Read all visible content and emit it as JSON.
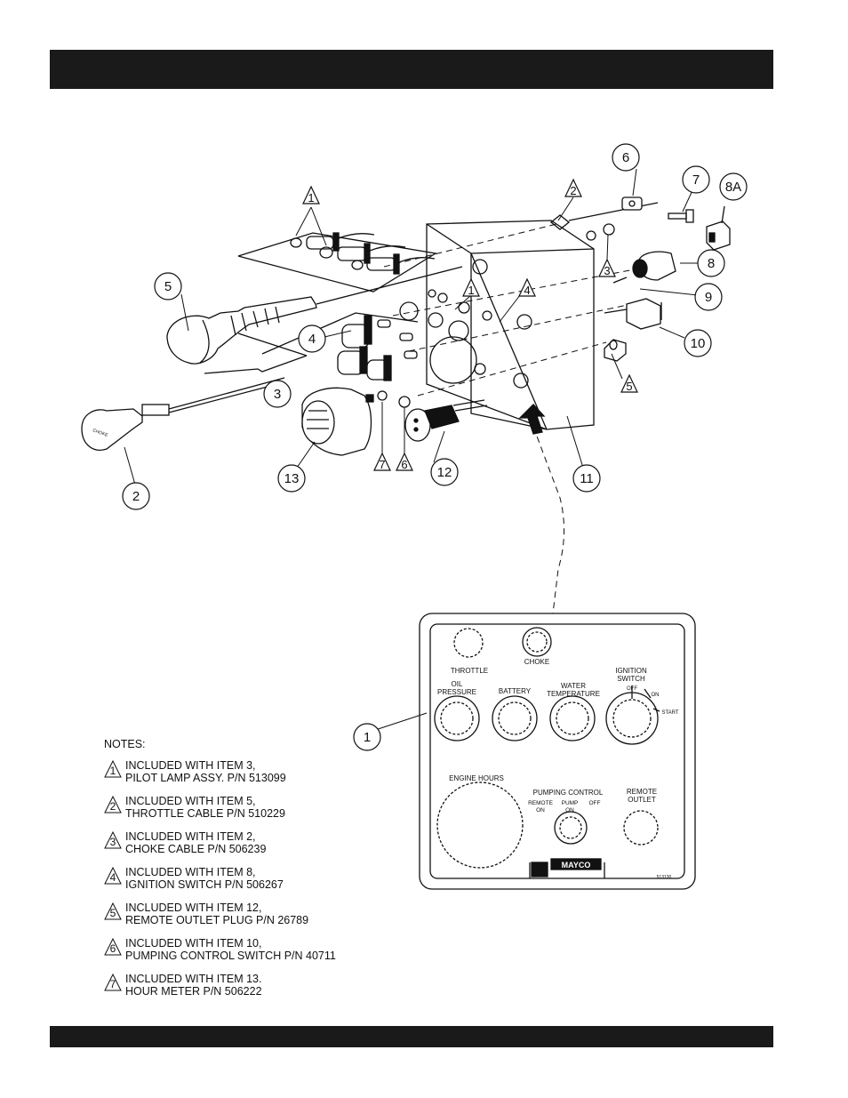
{
  "callouts": [
    {
      "id": "c1a",
      "label": "1",
      "kind": "triangle"
    },
    {
      "id": "c2a",
      "label": "2",
      "kind": "triangle"
    },
    {
      "id": "c3a",
      "label": "3",
      "kind": "triangle"
    },
    {
      "id": "c1b",
      "label": "1",
      "kind": "triangle"
    },
    {
      "id": "c4a",
      "label": "4",
      "kind": "triangle"
    },
    {
      "id": "c5a",
      "label": "5",
      "kind": "triangle"
    },
    {
      "id": "c7a",
      "label": "7",
      "kind": "triangle"
    },
    {
      "id": "c6a",
      "label": "6",
      "kind": "triangle"
    },
    {
      "id": "n1",
      "label": "1",
      "kind": "circle"
    },
    {
      "id": "n2",
      "label": "2",
      "kind": "circle"
    },
    {
      "id": "n3",
      "label": "3",
      "kind": "circle"
    },
    {
      "id": "n4",
      "label": "4",
      "kind": "circle"
    },
    {
      "id": "n5",
      "label": "5",
      "kind": "circle"
    },
    {
      "id": "n6",
      "label": "6",
      "kind": "circle"
    },
    {
      "id": "n7",
      "label": "7",
      "kind": "circle"
    },
    {
      "id": "n8a",
      "label": "8A",
      "kind": "circle"
    },
    {
      "id": "n8",
      "label": "8",
      "kind": "circle"
    },
    {
      "id": "n9",
      "label": "9",
      "kind": "circle"
    },
    {
      "id": "n10",
      "label": "10",
      "kind": "circle"
    },
    {
      "id": "n11",
      "label": "11",
      "kind": "circle"
    },
    {
      "id": "n12",
      "label": "12",
      "kind": "circle"
    },
    {
      "id": "n13",
      "label": "13",
      "kind": "circle"
    }
  ],
  "panel": {
    "throttle": "THROTTLE",
    "choke": "CHOKE",
    "ignition_switch_1": "IGNITION",
    "ignition_switch_2": "SWITCH",
    "off": "OFF",
    "on": "ON",
    "start": "START",
    "oil_pressure_1": "OIL",
    "oil_pressure_2": "PRESSURE",
    "battery": "BATTERY",
    "water_temp_1": "WATER",
    "water_temp_2": "TEMPERATURE",
    "engine_hours": "ENGINE HOURS",
    "pumping_control": "PUMPING CONTROL",
    "remote_on_1": "REMOTE",
    "remote_on_2": "ON",
    "pump_on_1": "PUMP",
    "pump_on_2": "ON",
    "pump_off": "OFF",
    "remote_outlet_1": "REMOTE",
    "remote_outlet_2": "OUTLET",
    "brand": "MAYCO",
    "part_no": "513130"
  },
  "knob_text": "CHOKE",
  "notes": {
    "title": "NOTES:",
    "items": [
      {
        "num": "1",
        "line1": "INCLUDED WITH ITEM 3,",
        "line2": "PILOT LAMP ASSY. P/N 513099"
      },
      {
        "num": "2",
        "line1": "INCLUDED WITH ITEM 5,",
        "line2": "THROTTLE CABLE P/N 510229"
      },
      {
        "num": "3",
        "line1": "INCLUDED WITH ITEM 2,",
        "line2": "CHOKE CABLE P/N 506239"
      },
      {
        "num": "4",
        "line1": "INCLUDED WITH ITEM 8,",
        "line2": "IGNITION SWITCH P/N 506267"
      },
      {
        "num": "5",
        "line1": "INCLUDED WITH ITEM 12,",
        "line2": "REMOTE OUTLET PLUG P/N 26789"
      },
      {
        "num": "6",
        "line1": "INCLUDED WITH ITEM 10,",
        "line2": "PUMPING CONTROL SWITCH P/N 40711"
      },
      {
        "num": "7",
        "line1": "INCLUDED WITH ITEM 13.",
        "line2": "HOUR METER P/N 506222"
      }
    ]
  }
}
